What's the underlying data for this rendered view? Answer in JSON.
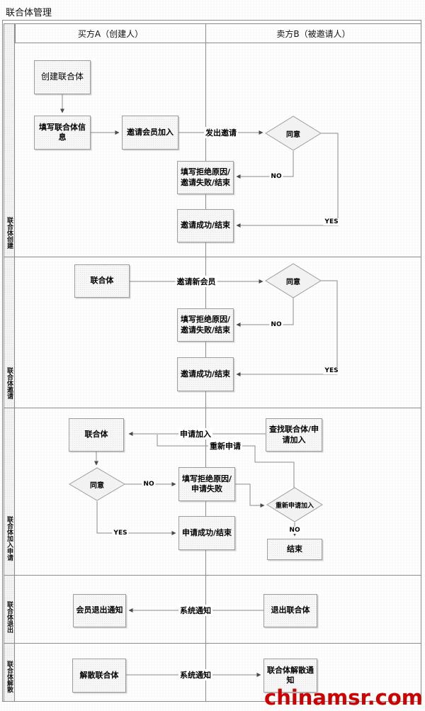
{
  "page": {
    "title": "联合体管理",
    "watermark": "chinamsr.com",
    "watermark_color": "#cc0000",
    "line_color": "#8c8c8c"
  },
  "header": {
    "buyer_col": "买方A（创建人）",
    "seller_col": "卖方B（被邀请人）"
  },
  "lanes": [
    {
      "label": "联合体创建"
    },
    {
      "label": "联合体邀请"
    },
    {
      "label": "联合体加入申请"
    },
    {
      "label": "联合体退出"
    },
    {
      "label": "联合体解散"
    }
  ],
  "flowchart": {
    "nodes": {
      "create_consortium": "创建联合体",
      "fill_info": "填写联合体信息",
      "invite_member": "邀请会员加入",
      "agree1": "同意",
      "reject1": "填写拒绝原因/邀请失败/结束",
      "success1": "邀请成功/结束",
      "consortium2": "联合体",
      "agree2": "同意",
      "reject2": "填写拒绝原因/邀请失败/结束",
      "success2": "邀请成功/结束",
      "consortium3": "联合体",
      "search_join": "查找联合体/申请加入",
      "agree3": "同意",
      "reject3": "填写拒绝原因/申请失败",
      "success3": "申请成功/结束",
      "reapply_decision": "重新申请加入",
      "end3": "结束",
      "member_exit_notice": "会员退出通知",
      "exit_consortium": "退出联合体",
      "disband_consortium": "解散联合体",
      "disband_notice": "联合体解散通知"
    },
    "edge_labels": {
      "send_invite": "发出邀请",
      "invite_new_member": "邀请新会员",
      "apply_join": "申请加入",
      "reapply": "重新申请",
      "system_notice_exit": "系统通知",
      "system_notice_disband": "系统通知",
      "yes": "YES",
      "no": "NO"
    }
  }
}
